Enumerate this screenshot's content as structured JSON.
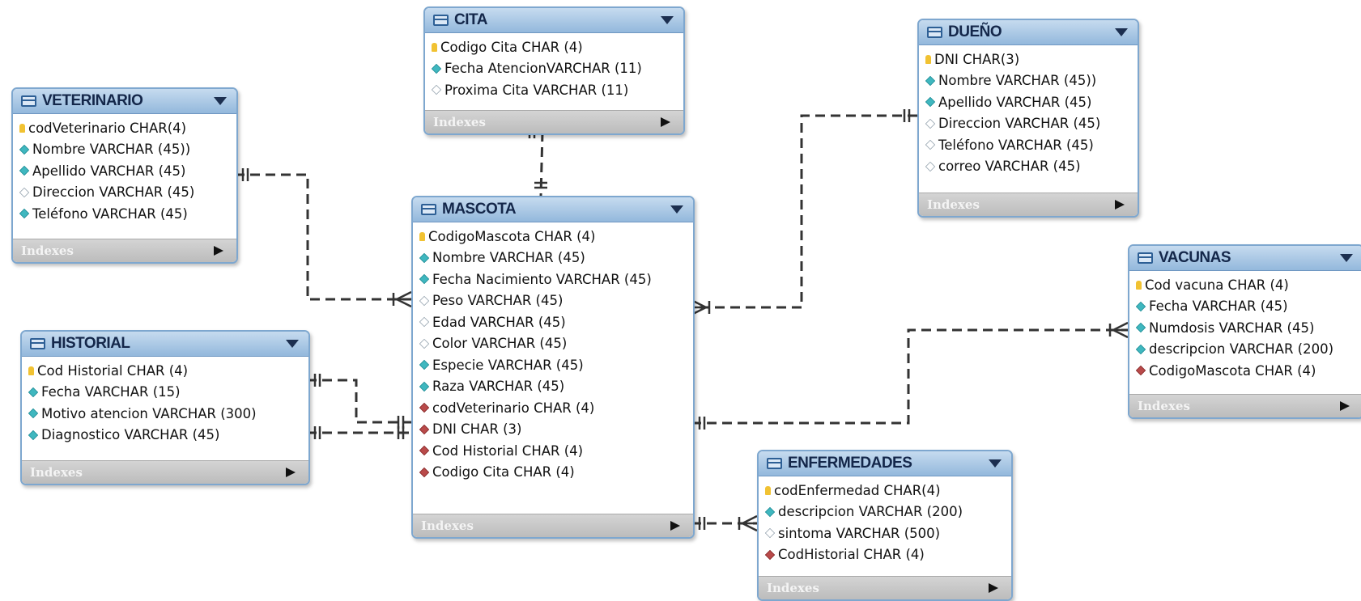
{
  "entities": {
    "cita": {
      "name": "CITA",
      "columns": [
        {
          "text": "Codigo Cita CHAR (4)",
          "key": "pk"
        },
        {
          "text": "Fecha AtencionVARCHAR (11)",
          "key": "nn"
        },
        {
          "text": "Proxima Cita VARCHAR (11)",
          "key": "nl"
        }
      ],
      "indexes_label": "Indexes"
    },
    "dueno": {
      "name": "DUEÑO",
      "columns": [
        {
          "text": "DNI CHAR(3)",
          "key": "pk"
        },
        {
          "text": "Nombre VARCHAR (45))",
          "key": "nn"
        },
        {
          "text": "Apellido VARCHAR (45)",
          "key": "nn"
        },
        {
          "text": "Direccion VARCHAR (45)",
          "key": "nl"
        },
        {
          "text": "Teléfono VARCHAR (45)",
          "key": "nl"
        },
        {
          "text": "correo VARCHAR (45)",
          "key": "nl"
        }
      ],
      "indexes_label": "Indexes"
    },
    "veterinario": {
      "name": "VETERINARIO",
      "columns": [
        {
          "text": "codVeterinario CHAR(4)",
          "key": "pk"
        },
        {
          "text": "Nombre VARCHAR (45))",
          "key": "nn"
        },
        {
          "text": "Apellido VARCHAR (45)",
          "key": "nn"
        },
        {
          "text": "Direccion VARCHAR (45)",
          "key": "nl"
        },
        {
          "text": "Teléfono VARCHAR (45)",
          "key": "nn"
        }
      ],
      "indexes_label": "Indexes"
    },
    "mascota": {
      "name": "MASCOTA",
      "columns": [
        {
          "text": "CodigoMascota CHAR (4)",
          "key": "pk"
        },
        {
          "text": "Nombre VARCHAR (45)",
          "key": "nn"
        },
        {
          "text": "Fecha Nacimiento VARCHAR (45)",
          "key": "nn"
        },
        {
          "text": "Peso VARCHAR (45)",
          "key": "nl"
        },
        {
          "text": "Edad VARCHAR (45)",
          "key": "nl"
        },
        {
          "text": "Color VARCHAR (45)",
          "key": "nl"
        },
        {
          "text": "Especie VARCHAR (45)",
          "key": "nn"
        },
        {
          "text": "Raza VARCHAR (45)",
          "key": "nn"
        },
        {
          "text": "codVeterinario CHAR (4)",
          "key": "fk"
        },
        {
          "text": "DNI CHAR (3)",
          "key": "fk"
        },
        {
          "text": "Cod Historial CHAR (4)",
          "key": "fk"
        },
        {
          "text": "Codigo Cita CHAR (4)",
          "key": "fk"
        }
      ],
      "indexes_label": "Indexes"
    },
    "vacunas": {
      "name": "VACUNAS",
      "columns": [
        {
          "text": "Cod vacuna CHAR (4)",
          "key": "pk"
        },
        {
          "text": "Fecha VARCHAR (45)",
          "key": "nn"
        },
        {
          "text": "Numdosis VARCHAR (45)",
          "key": "nn"
        },
        {
          "text": "descripcion VARCHAR (200)",
          "key": "nn"
        },
        {
          "text": "CodigoMascota CHAR (4)",
          "key": "fk"
        }
      ],
      "indexes_label": "Indexes"
    },
    "historial": {
      "name": "HISTORIAL",
      "columns": [
        {
          "text": "Cod Historial CHAR (4)",
          "key": "pk"
        },
        {
          "text": "Fecha VARCHAR (15)",
          "key": "nn"
        },
        {
          "text": "Motivo atencion VARCHAR (300)",
          "key": "nn"
        },
        {
          "text": "Diagnostico VARCHAR (45)",
          "key": "nn"
        }
      ],
      "indexes_label": "Indexes"
    },
    "enfermedades": {
      "name": "ENFERMEDADES",
      "columns": [
        {
          "text": "codEnfermedad CHAR(4)",
          "key": "pk"
        },
        {
          "text": "descripcion VARCHAR (200)",
          "key": "nn"
        },
        {
          "text": "sintoma VARCHAR (500)",
          "key": "nl"
        },
        {
          "text": "CodHistorial CHAR (4)",
          "key": "fk"
        }
      ],
      "indexes_label": "Indexes"
    }
  },
  "relationships": [
    {
      "from": "cita",
      "to": "mascota",
      "from_end": "one",
      "to_end": "one"
    },
    {
      "from": "veterinario",
      "to": "mascota",
      "from_end": "one",
      "to_end": "many"
    },
    {
      "from": "dueno",
      "to": "mascota",
      "from_end": "one",
      "to_end": "many"
    },
    {
      "from": "historial",
      "to": "mascota",
      "from_end": "one",
      "to_end": "one"
    },
    {
      "from": "historial",
      "to": "mascota",
      "from_end": "one",
      "to_end": "one"
    },
    {
      "from": "mascota",
      "to": "vacunas",
      "from_end": "one",
      "to_end": "many"
    },
    {
      "from": "mascota",
      "to": "enfermedades",
      "from_end": "one",
      "to_end": "many"
    }
  ],
  "colors": {
    "header_top": "#c6dbef",
    "header_bottom": "#93b8dc",
    "border": "#7ea7cf",
    "connector": "#333333",
    "primary_key": "#f1c232",
    "not_null": "#3fb7bf",
    "foreign_key": "#b94a4a"
  }
}
